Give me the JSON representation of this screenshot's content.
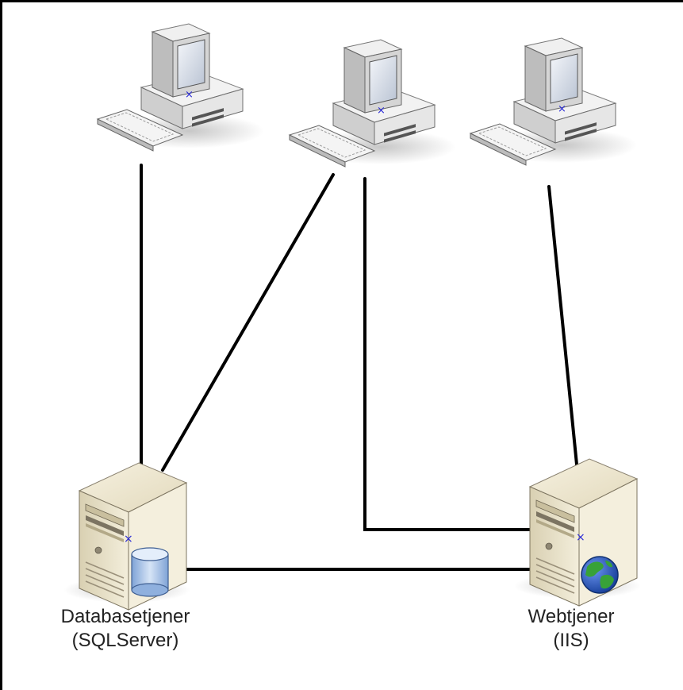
{
  "diagram": {
    "nodes": {
      "database_server": {
        "name": "Databasetjener",
        "software": "(SQLServer)",
        "icon": "database-cylinder-icon"
      },
      "web_server": {
        "name": "Webtjener",
        "software": "(IIS)",
        "icon": "globe-icon"
      },
      "workstations": [
        {
          "icon": "desktop-computer-icon"
        },
        {
          "icon": "desktop-computer-icon"
        },
        {
          "icon": "desktop-computer-icon"
        }
      ]
    },
    "connections": [
      [
        "workstation-1",
        "database_server"
      ],
      [
        "workstation-2",
        "database_server"
      ],
      [
        "workstation-2",
        "web_server"
      ],
      [
        "workstation-3",
        "web_server"
      ],
      [
        "database_server",
        "web_server"
      ]
    ],
    "colors": {
      "line": "#000000",
      "server_case": "#ece4c8",
      "monitor_case": "#e4e4e4",
      "globe_ocean": "#2a5bc8",
      "globe_land": "#3aa83a",
      "db_cylinder": "#a8c4e8"
    }
  }
}
